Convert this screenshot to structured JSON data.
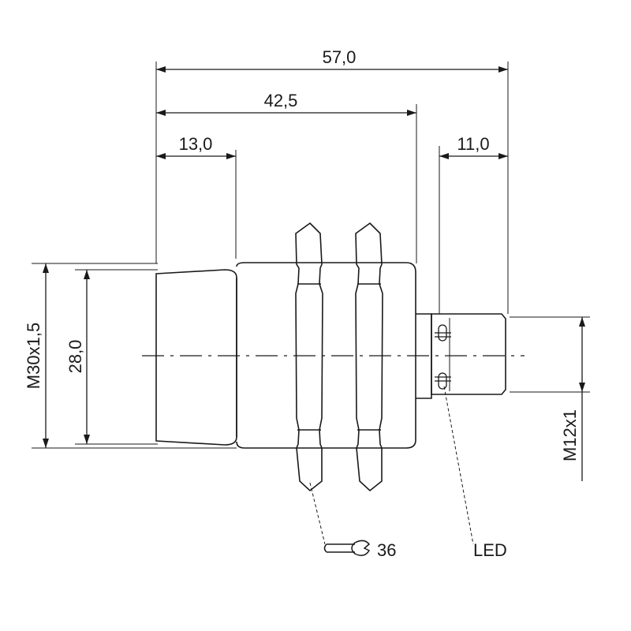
{
  "dimensions": {
    "overall_length": "57,0",
    "body_length": "42,5",
    "sensing_face_length": "13,0",
    "connector_length": "11,0",
    "thread_main": "M30x1,5",
    "diameter_face": "28,0",
    "thread_connector": "M12x1"
  },
  "callouts": {
    "wrench_size": "36",
    "led_label": "LED"
  },
  "icons": {
    "wrench": "open-end-wrench-icon"
  }
}
